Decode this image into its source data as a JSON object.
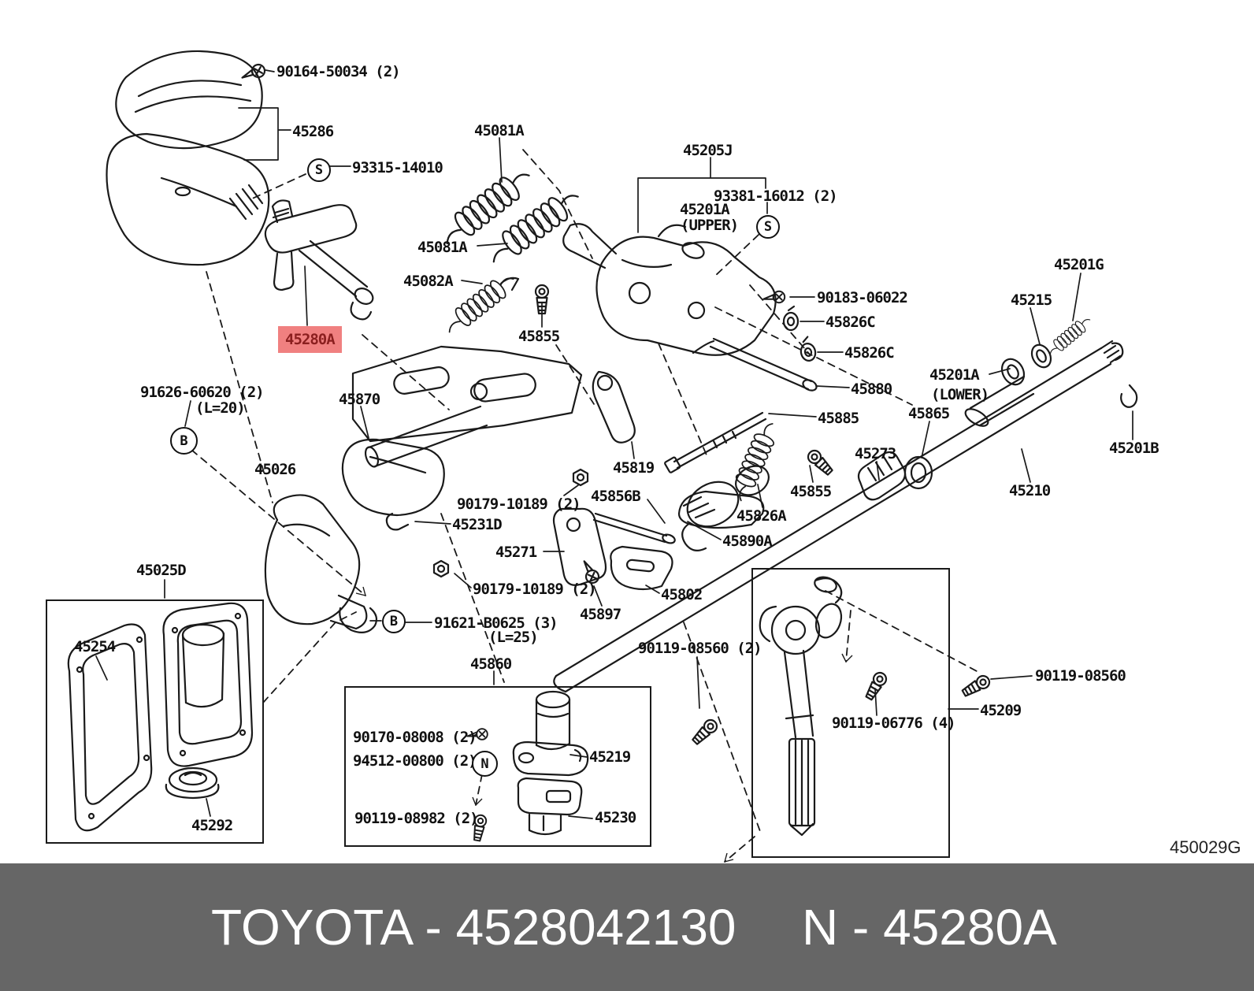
{
  "diagram": {
    "code": "450029G",
    "line_color": "#1a1a1a",
    "highlight": {
      "bg": "#f08080",
      "fg": "#8b1f1f"
    },
    "labels": {
      "l90164": "90164-50034 (2)",
      "l45286": "45286",
      "l93315": "93315-14010",
      "l45081a_1": "45081A",
      "l45081a_2": "45081A",
      "l45082a": "45082A",
      "l45205j": "45205J",
      "l93381": "93381-16012 (2)",
      "l45201a_u": "45201A",
      "l_upper": "(UPPER)",
      "l90183": "90183-06022",
      "l45826c_1": "45826C",
      "l45826c_2": "45826C",
      "l45880": "45880",
      "l45885": "45885",
      "l45201g": "45201G",
      "l45215": "45215",
      "l45201a_l": "45201A",
      "l_lower": "(LOWER)",
      "l45865": "45865",
      "l45273": "45273",
      "l45201b": "45201B",
      "l45210": "45210",
      "l45855_1": "45855",
      "l45819": "45819",
      "l45856b": "45856B",
      "l45826a": "45826A",
      "l45890a": "45890A",
      "l45855_2": "45855",
      "l45870": "45870",
      "l45026": "45026",
      "l91626": "91626-60620 (2)",
      "l_l20": "(L=20)",
      "l45280a": "45280A",
      "l90179_1": "90179-10189 (2)",
      "l45231d": "45231D",
      "l45271": "45271",
      "l90179_2": "90179-10189 (2)",
      "l45802": "45802",
      "l45897": "45897",
      "l91621": "91621-B0625 (3)",
      "l_l25": "(L=25)",
      "l45860": "45860",
      "l45025d": "45025D",
      "l45254": "45254",
      "l45292": "45292",
      "l90170": "90170-08008 (2)",
      "l94512": "94512-00800 (2)",
      "l90119_08982": "90119-08982 (2)",
      "l45219": "45219",
      "l45230": "45230",
      "l90119_08560_2": "90119-08560 (2)",
      "l90119_08560": "90119-08560",
      "l45209": "45209",
      "l90119_06776": "90119-06776 (4)"
    },
    "symbols": {
      "s1": "S",
      "s2": "S",
      "b1": "B",
      "b2": "B",
      "n1": "N"
    }
  },
  "banner": {
    "part_text": "TOYOTA - 4528042130",
    "ref_text": "N - 45280A",
    "bg": "#666666",
    "text_color": "#ffffff"
  }
}
